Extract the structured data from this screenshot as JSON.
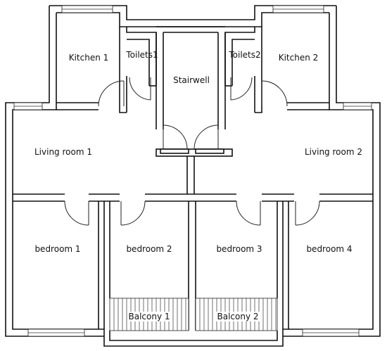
{
  "rooms": {
    "kitchen_1": "Kitchen 1",
    "toilets_1": "Toilets1",
    "stairwell": "Stairwell",
    "toilets_2": "Toilets2",
    "kitchen_2": "Kitchen 2",
    "living_room_1": "Living room 1",
    "living_room_2": "Living room 2",
    "bedroom_1": "bedroom 1",
    "bedroom_2": "bedroom 2",
    "bedroom_3": "bedroom 3",
    "bedroom_4": "bedroom 4",
    "balcony_1": "Balcony 1",
    "balcony_2": "Balcony 2"
  }
}
